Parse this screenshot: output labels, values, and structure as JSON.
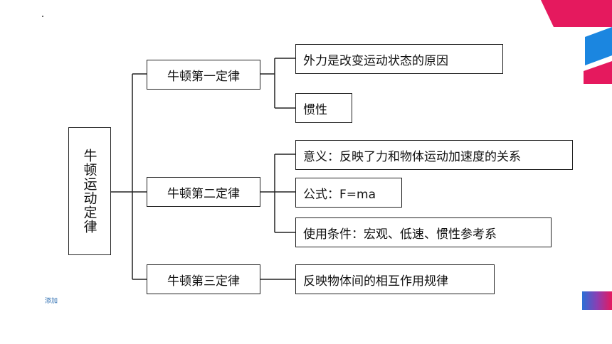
{
  "root": "牛顿运动定律",
  "laws": [
    {
      "label": "牛顿第一定律",
      "details": [
        "外力是改变运动状态的原因",
        "惯性"
      ]
    },
    {
      "label": "牛顿第二定律",
      "details": [
        "意义：反映了力和物体运动加速度的关系",
        "公式：F=ma",
        "使用条件：宏观、低速、惯性参考系"
      ]
    },
    {
      "label": "牛顿第三定律",
      "details": [
        "反映物体间的相互作用规律"
      ]
    }
  ],
  "note": "添加",
  "colors": {
    "accent_pink": "#e5195e",
    "accent_blue": "#1b86e0",
    "gradient_purple": "#6b4fc4"
  }
}
